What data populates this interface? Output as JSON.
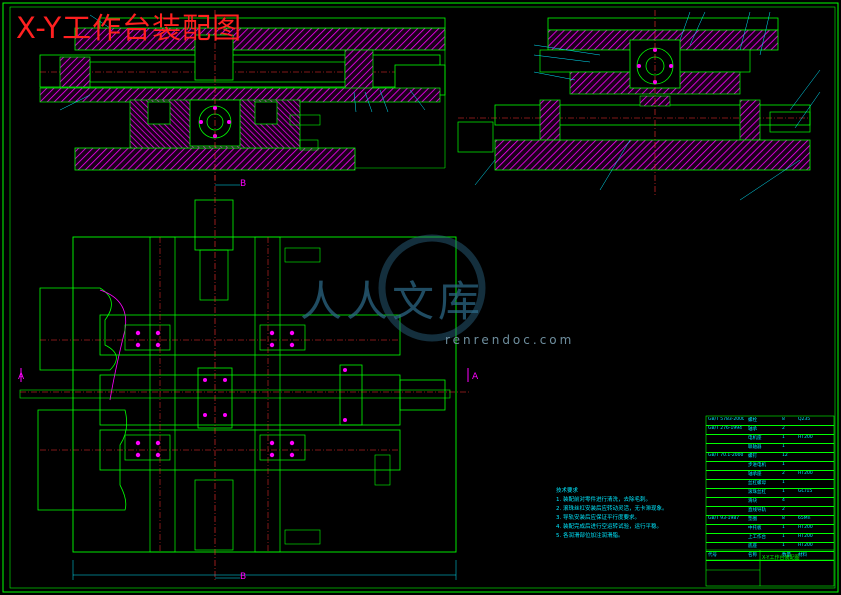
{
  "drawing": {
    "title": "X-Y工作台装配图",
    "section_label": "B",
    "section_label_2": "A"
  },
  "watermark": {
    "text": "人人文库",
    "url": "renrendoc.com"
  },
  "notes": {
    "heading": "技术要求",
    "items": [
      "1. 装配前对零件进行清洗，去除毛刺。",
      "2. 滚珠丝杠安装后应转动灵活，无卡滞现象。",
      "3. 导轨安装后应保证平行度要求。",
      "4. 装配完成后进行空运转试验，运行平稳。",
      "5. 各润滑部位加注润滑脂。"
    ]
  },
  "bom": {
    "rows": [
      {
        "code": "GB/T 5783-2000",
        "name": "螺栓",
        "qty": "8",
        "mat": "Q235"
      },
      {
        "code": "GB/T 276-1994",
        "name": "轴承",
        "qty": "2",
        "mat": ""
      },
      {
        "code": "",
        "name": "电机座",
        "qty": "1",
        "mat": "HT200"
      },
      {
        "code": "",
        "name": "联轴器",
        "qty": "1",
        "mat": ""
      },
      {
        "code": "GB/T 70.1-2000",
        "name": "螺钉",
        "qty": "12",
        "mat": ""
      },
      {
        "code": "",
        "name": "步进电机",
        "qty": "1",
        "mat": ""
      },
      {
        "code": "",
        "name": "轴承座",
        "qty": "2",
        "mat": "HT200"
      },
      {
        "code": "",
        "name": "丝杠螺母",
        "qty": "1",
        "mat": ""
      },
      {
        "code": "",
        "name": "滚珠丝杠",
        "qty": "1",
        "mat": "GCr15"
      },
      {
        "code": "",
        "name": "滑块",
        "qty": "4",
        "mat": ""
      },
      {
        "code": "",
        "name": "直线导轨",
        "qty": "2",
        "mat": ""
      },
      {
        "code": "GB/T 93-1987",
        "name": "垫圈",
        "qty": "8",
        "mat": "65Mn"
      },
      {
        "code": "",
        "name": "中托板",
        "qty": "1",
        "mat": "HT200"
      },
      {
        "code": "",
        "name": "上工作台",
        "qty": "1",
        "mat": "HT200"
      },
      {
        "code": "",
        "name": "底座",
        "qty": "1",
        "mat": "HT200"
      }
    ],
    "header": {
      "code": "代号",
      "name": "名称",
      "qty": "数量",
      "mat": "材料"
    },
    "drawing_name": "X-Y工作台装配图"
  },
  "colors": {
    "background": "#000000",
    "outline": "#00ff00",
    "hatch": "#ff00ff",
    "dimension": "#00e8ff",
    "title": "#ff2020",
    "centerline": "#ff3030"
  }
}
